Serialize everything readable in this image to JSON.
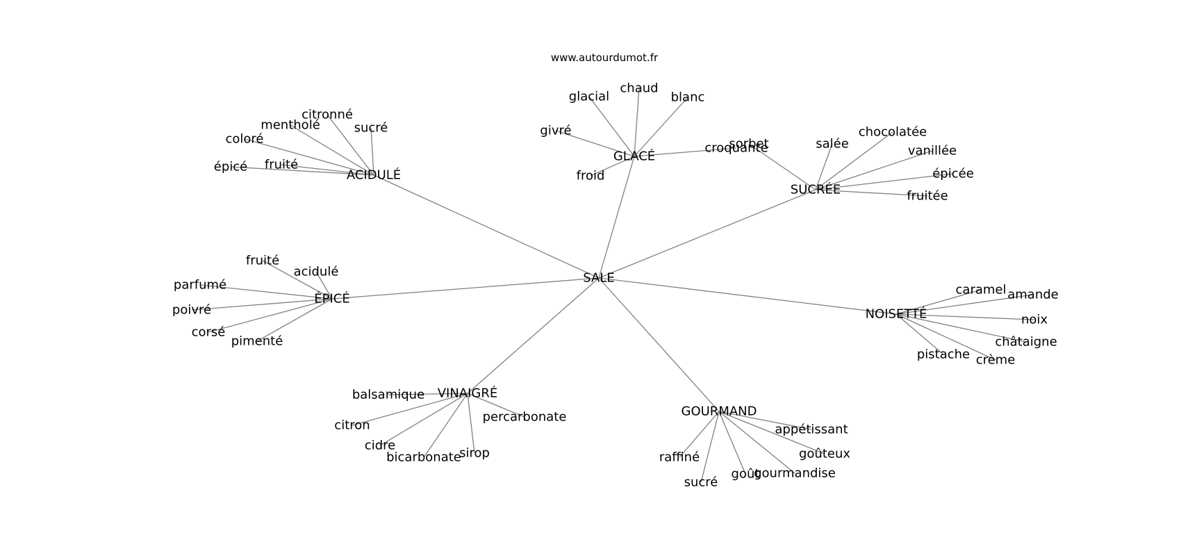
{
  "source_label": "www.autourdumot.fr",
  "root": "SALE",
  "clusters": [
    {
      "id": "acidule",
      "label": "ACIDULÉ",
      "leaves": [
        "citronné",
        "mentholé",
        "sucré",
        "coloré",
        "fruité",
        "épicé"
      ]
    },
    {
      "id": "glace",
      "label": "GLACÉ",
      "leaves": [
        "glacial",
        "chaud",
        "blanc",
        "givré",
        "froid",
        "croquante"
      ]
    },
    {
      "id": "sucree",
      "label": "SUCRÉE",
      "leaves": [
        "sorbet",
        "salée",
        "chocolatée",
        "vanillée",
        "épicée",
        "fruitée"
      ]
    },
    {
      "id": "epice",
      "label": "ÉPICÉ",
      "leaves": [
        "fruité",
        "acidulé",
        "parfumé",
        "poivré",
        "corsé",
        "pimenté"
      ]
    },
    {
      "id": "noisette",
      "label": "NOISETTÉ",
      "leaves": [
        "caramel",
        "amande",
        "noix",
        "châtaigne",
        "crème",
        "pistache"
      ]
    },
    {
      "id": "vinaigre",
      "label": "VINAIGRÉ",
      "leaves": [
        "balsamique",
        "percarbonate",
        "citron",
        "cidre",
        "bicarbonate",
        "sirop"
      ]
    },
    {
      "id": "gourmand",
      "label": "GOURMAND",
      "leaves": [
        "appétissant",
        "goûteux",
        "raffiné",
        "sucré",
        "goût",
        "gourmandise"
      ]
    }
  ]
}
